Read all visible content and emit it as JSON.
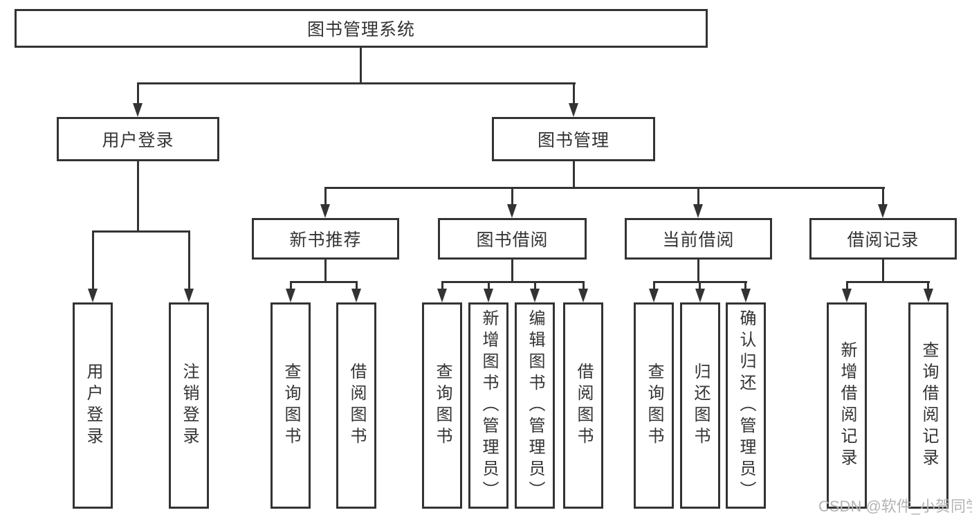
{
  "tree": {
    "root": "图书管理系统",
    "branches": [
      {
        "label": "用户登录",
        "children": [
          "用户登录",
          "注销登录"
        ]
      },
      {
        "label": "图书管理",
        "groups": [
          {
            "label": "新书推荐",
            "children": [
              "查询图书",
              "借阅图书"
            ]
          },
          {
            "label": "图书借阅",
            "children": [
              "查询图书",
              "新增图书（管理员）",
              "编辑图书（管理员）",
              "借阅图书"
            ]
          },
          {
            "label": "当前借阅",
            "children": [
              "查询图书",
              "归还图书",
              "确认归还（管理员）"
            ]
          },
          {
            "label": "借阅记录",
            "children": [
              "新增借阅记录",
              "查询借阅记录"
            ]
          }
        ]
      }
    ]
  },
  "watermark": {
    "text": "CSDN @软件_小贺同学"
  },
  "colors": {
    "line": "#333333",
    "box_border": "#333333",
    "text": "#333333",
    "watermark_text": "#b3b3b3",
    "background": "#ffffff"
  }
}
